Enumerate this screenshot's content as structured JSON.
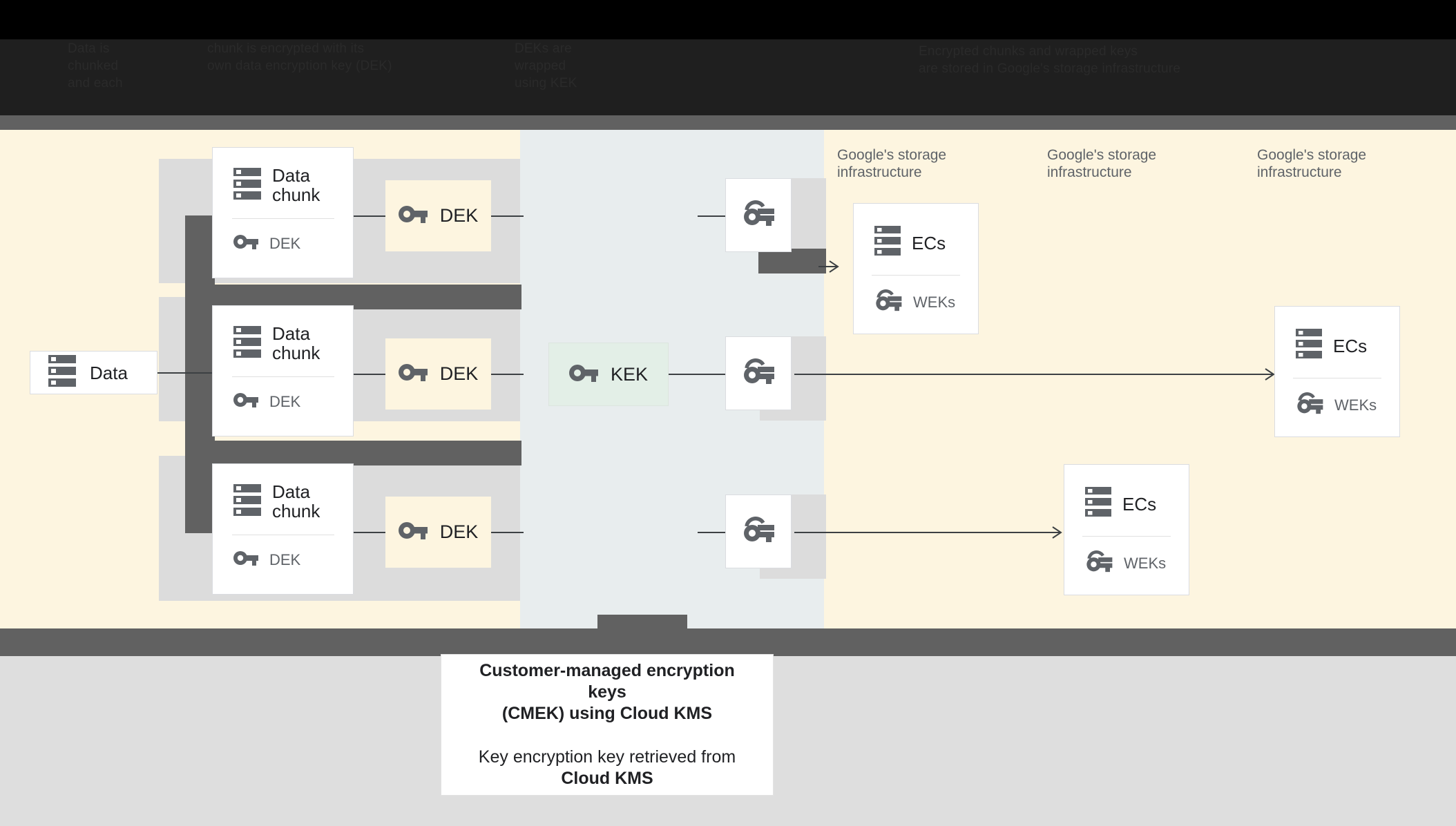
{
  "diagram": {
    "title": "Customer-managed encryption keys (CMEK) using Cloud KMS",
    "obscured_header": {
      "col1": "Data is\nchunked\nand each",
      "col2": "chunk is encrypted with its\nown data encryption key (DEK)",
      "col3": "DEKs are\nwrapped\nusing KEK",
      "col4": "Encrypted chunks and wrapped keys\nare stored in Google's storage infrastructure"
    },
    "source_node": {
      "label": "Data",
      "icon": "server-icon"
    },
    "chunks": [
      {
        "label": "Data\nchunk",
        "key_label": "DEK",
        "icon": "server-icon",
        "key_icon": "key-icon"
      },
      {
        "label": "Data\nchunk",
        "key_label": "DEK",
        "icon": "server-icon",
        "key_icon": "key-icon"
      },
      {
        "label": "Data\nchunk",
        "key_label": "DEK",
        "icon": "server-icon",
        "key_icon": "key-icon"
      }
    ],
    "dek_chips": [
      {
        "label": "DEK",
        "icon": "key-icon"
      },
      {
        "label": "DEK",
        "icon": "key-icon"
      },
      {
        "label": "DEK",
        "icon": "key-icon"
      }
    ],
    "kek_chip": {
      "label": "KEK",
      "icon": "key-icon"
    },
    "wrapped_keys": [
      {
        "icon": "wrapped-key-icon"
      },
      {
        "icon": "wrapped-key-icon"
      },
      {
        "icon": "wrapped-key-icon"
      }
    ],
    "storage_sections": [
      {
        "label": "Google's storage\ninfrastructure"
      },
      {
        "label": "Google's storage\ninfrastructure"
      },
      {
        "label": "Google's storage\ninfrastructure"
      }
    ],
    "ec_cards": [
      {
        "label": "ECs",
        "key_label": "WEKs",
        "icon": "server-icon",
        "key_icon": "wrapped-key-icon"
      },
      {
        "label": "ECs",
        "key_label": "WEKs",
        "icon": "server-icon",
        "key_icon": "wrapped-key-icon"
      },
      {
        "label": "ECs",
        "key_label": "WEKs",
        "icon": "server-icon",
        "key_icon": "wrapped-key-icon"
      }
    ],
    "caption": {
      "title_line1": "Customer-managed encryption keys",
      "title_line2": "(CMEK) using Cloud KMS",
      "body_line1": "Key encryption key retrieved from",
      "body_line2": "Cloud KMS"
    },
    "colors": {
      "canvas_cream": "#FDF5E0",
      "lane_gray": "#DCDCDC",
      "mid_column": "#E8EDEE",
      "kek_green": "#E3EFE7",
      "bar_gray": "#616161",
      "footer_gray": "#DEDEDE",
      "text_primary": "#202124",
      "text_secondary": "#5F6368"
    }
  }
}
